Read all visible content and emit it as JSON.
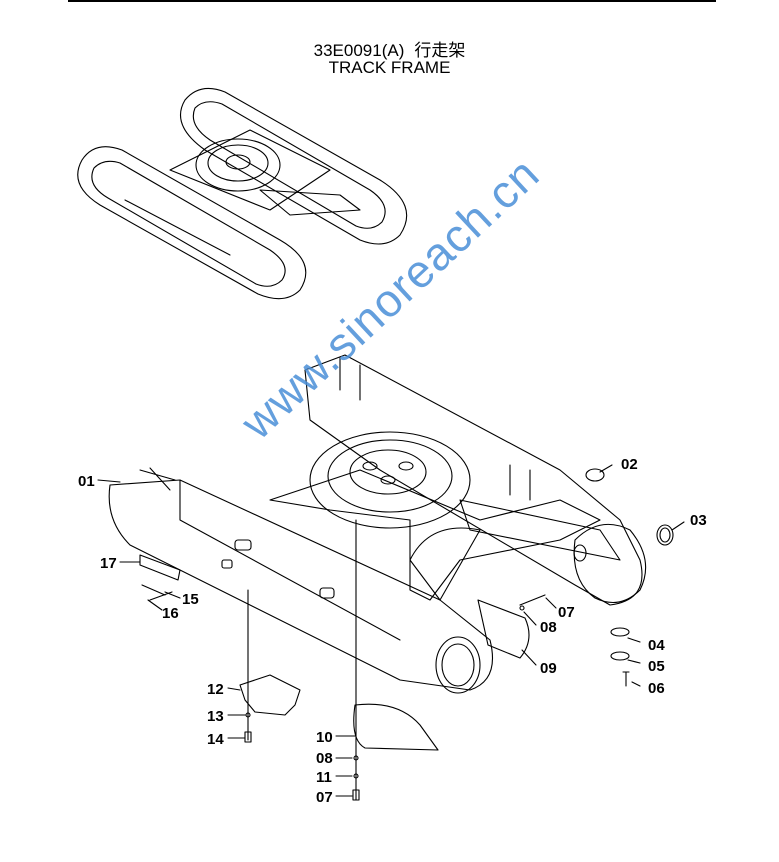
{
  "header": {
    "code": "33E0091(A)",
    "chinese_title": "行走架",
    "english_title": "TRACK FRAME"
  },
  "watermark": "www.sinoreach.cn",
  "callouts": [
    "01",
    "02",
    "03",
    "04",
    "05",
    "06",
    "07",
    "08",
    "09",
    "10",
    "08",
    "11",
    "07",
    "12",
    "13",
    "14",
    "15",
    "16",
    "17"
  ],
  "colors": {
    "line": "#000000",
    "watermark": "#4a8fd8"
  }
}
